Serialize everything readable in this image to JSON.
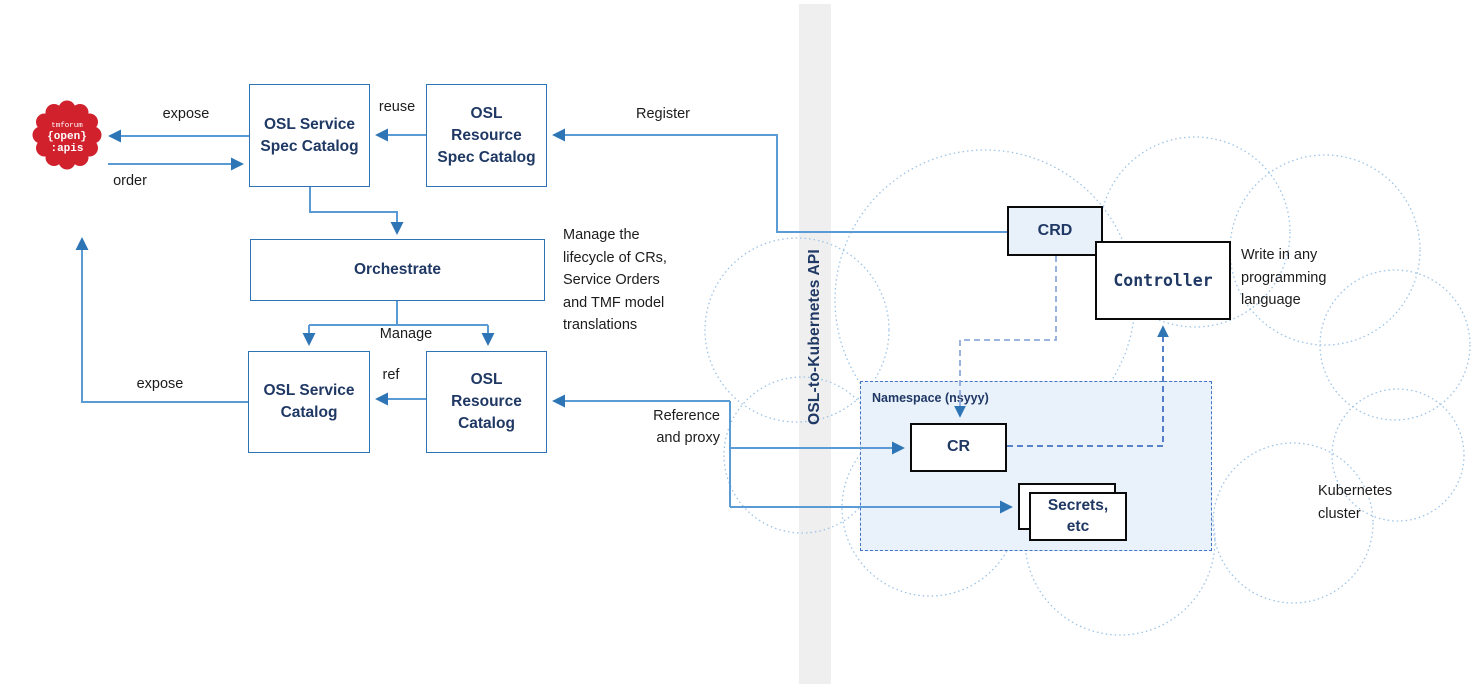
{
  "diagram": {
    "api_bar_label": "OSL-to-Kubernetes API",
    "tmf_logo": {
      "line1": "tmforum",
      "line2": "{open}",
      "line3": ":apis"
    },
    "boxes": {
      "service_spec_catalog": "OSL Service\nSpec Catalog",
      "resource_spec_catalog": "OSL\nResource\nSpec Catalog",
      "orchestrate": "Orchestrate",
      "service_catalog": "OSL Service\nCatalog",
      "resource_catalog": "OSL\nResource\nCatalog",
      "crd": "CRD",
      "controller": "Controller",
      "cr": "CR",
      "secrets": "Secrets,\netc",
      "namespace_label": "Namespace (nsyyy)"
    },
    "edge_labels": {
      "expose_top": "expose",
      "order": "order",
      "reuse": "reuse",
      "register": "Register",
      "manage": "Manage",
      "ref": "ref",
      "expose_bottom": "expose",
      "reference_proxy": "Reference\nand proxy"
    },
    "annotations": {
      "lifecycle_note": "Manage the\nlifecycle of CRs,\nService Orders\nand TMF model\ntranslations",
      "write_note": "Write in any\nprogramming\nlanguage",
      "cluster_note": "Kubernetes\ncluster"
    },
    "colors": {
      "line_blue": "#5B9BD5",
      "arrowhead_blue": "#2E75B6",
      "box_border_blue": "#2E74B5",
      "box_text_navy": "#1F3864",
      "dashed_blue": "#4472C4",
      "dashed_light_blue": "#8FAADC",
      "namespace_fill": "#E9F1FB",
      "crd_fill": "#E8F1FA",
      "api_bar_gray": "#EFEFEF",
      "cloud_dot_blue": "#9DC3E6",
      "logo_red": "#D0212D"
    }
  }
}
